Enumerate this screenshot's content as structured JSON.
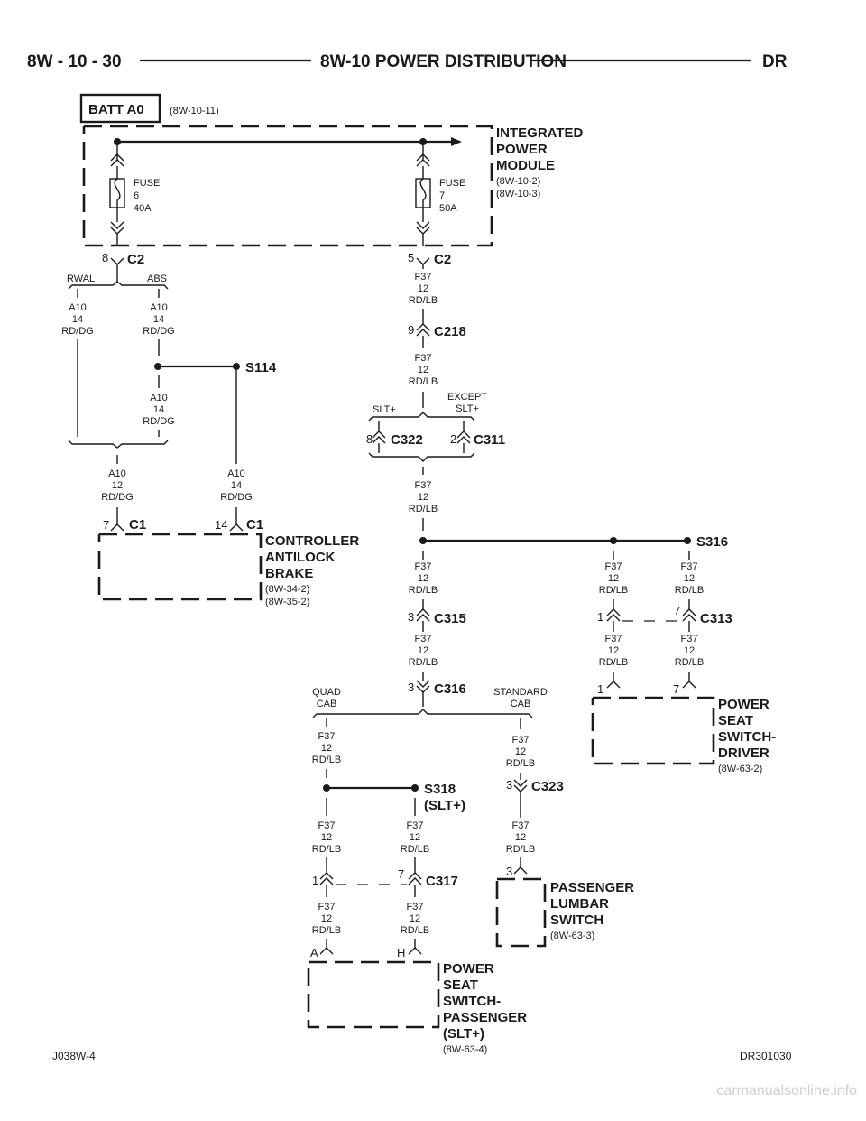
{
  "header": {
    "left": "8W - 10 - 30",
    "center": "8W-10 POWER DISTRIBUTION",
    "right": "DR"
  },
  "footer": {
    "left": "J038W-4",
    "right": "DR301030"
  },
  "watermark": "carmanualsonline.info",
  "source": {
    "label": "BATT A0",
    "ref": "(8W-10-11)"
  },
  "modules": {
    "ipm": {
      "lines": [
        "INTEGRATED",
        "POWER",
        "MODULE"
      ],
      "refs": [
        "(8W-10-2)",
        "(8W-10-3)"
      ]
    },
    "abs": {
      "lines": [
        "CONTROLLER",
        "ANTILOCK",
        "BRAKE"
      ],
      "refs": [
        "(8W-34-2)",
        "(8W-35-2)"
      ]
    },
    "driver_seat": {
      "lines": [
        "POWER",
        "SEAT",
        "SWITCH-",
        "DRIVER"
      ],
      "refs": [
        "(8W-63-2)"
      ]
    },
    "lumbar": {
      "lines": [
        "PASSENGER",
        "LUMBAR",
        "SWITCH"
      ],
      "refs": [
        "(8W-63-3)"
      ]
    },
    "pass_seat": {
      "lines": [
        "POWER",
        "SEAT",
        "SWITCH-",
        "PASSENGER",
        "(SLT+)"
      ],
      "refs": [
        "(8W-63-4)"
      ]
    }
  },
  "fuses": {
    "f6": [
      "FUSE",
      "6",
      "40A"
    ],
    "f7": [
      "FUSE",
      "7",
      "50A"
    ]
  },
  "connectors": {
    "c2": "C2",
    "c218": "C218",
    "c322": "C322",
    "c311": "C311",
    "c1": "C1",
    "c315": "C315",
    "c313": "C313",
    "c316": "C316",
    "c323": "C323",
    "c317": "C317"
  },
  "splices": {
    "s114": "S114",
    "s316": "S316",
    "s318": [
      "S318",
      "(SLT+)"
    ]
  },
  "pins": {
    "p8": "8",
    "p5": "5",
    "p9": "9",
    "p2": "2",
    "p7": "7",
    "p14": "14",
    "p3": "3",
    "p1": "1",
    "pA": "A",
    "pH": "H"
  },
  "options": {
    "rwal": "RWAL",
    "abs": "ABS",
    "slt": "SLT+",
    "except_slt": [
      "EXCEPT",
      "SLT+"
    ],
    "quad": [
      "QUAD",
      "CAB"
    ],
    "standard": [
      "STANDARD",
      "CAB"
    ]
  },
  "wires": {
    "a10_14": [
      "A10",
      "14",
      "RD/DG"
    ],
    "a10_12": [
      "A10",
      "12",
      "RD/DG"
    ],
    "f37_12": [
      "F37",
      "12",
      "RD/LB"
    ]
  }
}
